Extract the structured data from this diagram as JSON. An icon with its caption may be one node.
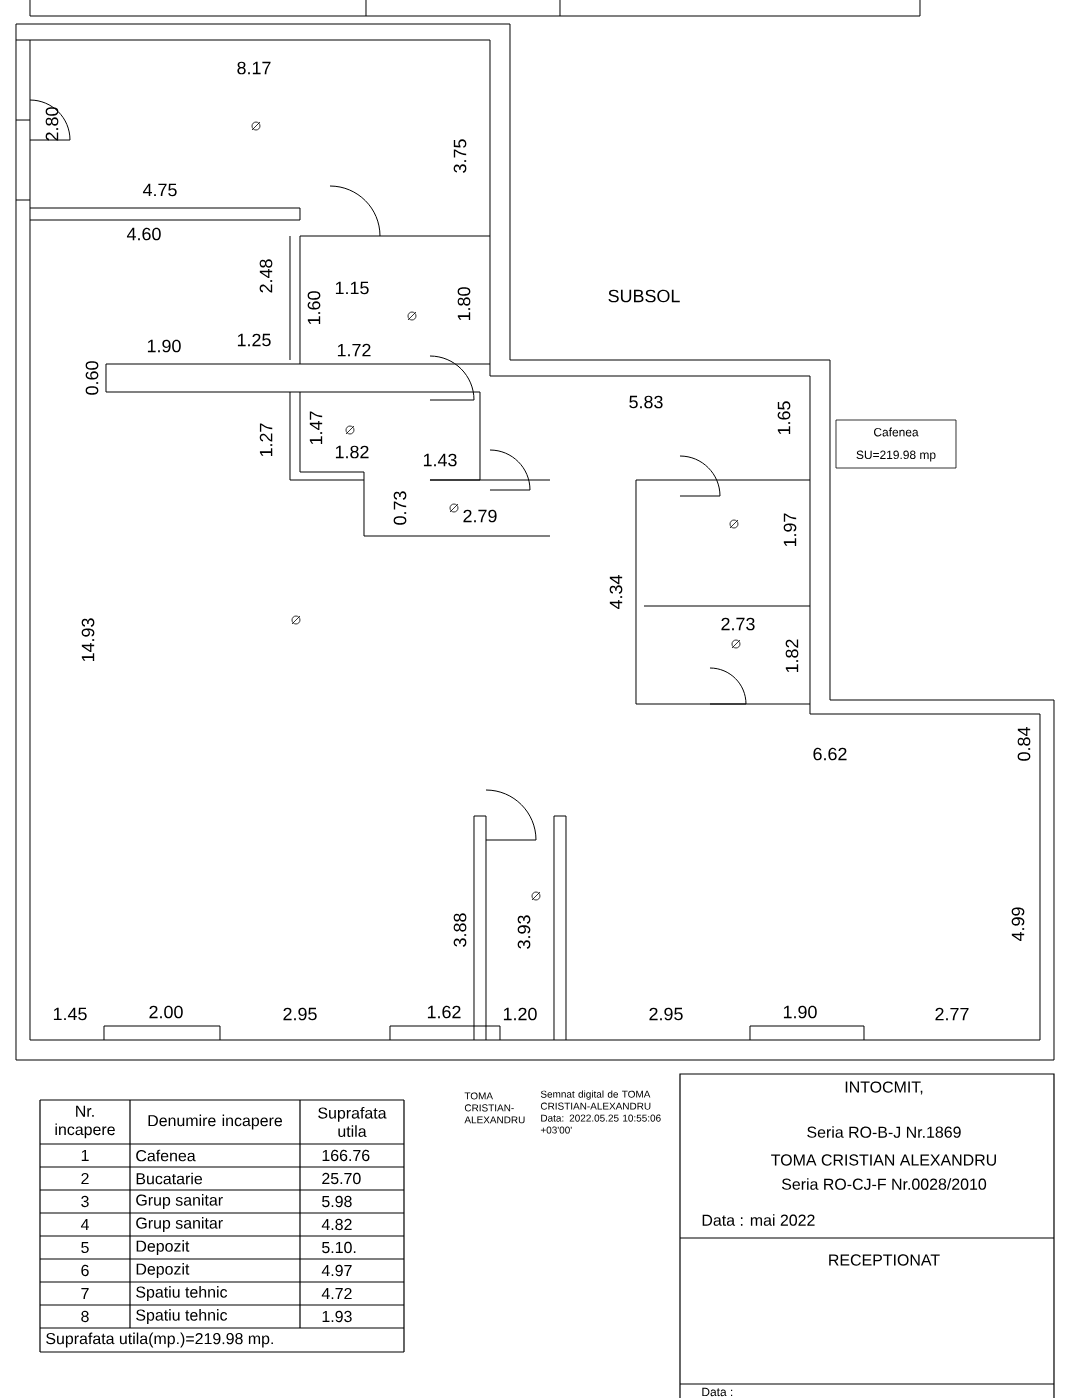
{
  "diagram": {
    "labels": [
      "8.17",
      "2.80",
      "3.75",
      "4.75",
      "4.60",
      "2.48",
      "1.15",
      "1.60",
      "1.80",
      "SUBSOL",
      "1.90",
      "1.25",
      "1.72",
      "0.60",
      "5.83",
      "1.65",
      "Cafenea",
      "SU=219.98 mp",
      "1.27",
      "1.47",
      "1.82",
      "1.43",
      "0.73",
      "2.79",
      "1.97",
      "14.93",
      "4.34",
      "2.73",
      "1.82",
      "6.62",
      "0.84",
      "3.88",
      "3.93",
      "4.99",
      "1.45",
      "2.00",
      "2.95",
      "1.62",
      "1.20",
      "2.95",
      "1.90",
      "2.77",
      "Nr. incapere",
      "Denumire incapere",
      "Suprafata utila",
      "1",
      "Cafenea",
      "166.76",
      "2",
      "Bucatarie",
      "25.70",
      "3",
      "Grup sanitar",
      "5.98",
      "4",
      "Grup sanitar",
      "4.82",
      "5",
      "Depozit",
      "5.10.",
      "6",
      "Depozit",
      "4.97",
      "7",
      "Spatiu tehnic",
      "4.72",
      "8",
      "Spatiu tehnic",
      "1.93",
      "Suprafata utila(mp.)=219.98 mp.",
      "TOMA CRISTIAN-ALEXANDRU",
      "Semnat digital de TOMA CRISTIAN-ALEXANDRU Data: 2022.05.25 10:55:06 +03'00'",
      "INTOCMIT,",
      "Seria RO-B-J Nr.1869",
      "TOMA CRISTIAN ALEXANDRU",
      "Seria RO-CJ-F Nr.0028/2010",
      "Data : mai 2022",
      "RECEPTIONAT",
      "Data :"
    ]
  }
}
